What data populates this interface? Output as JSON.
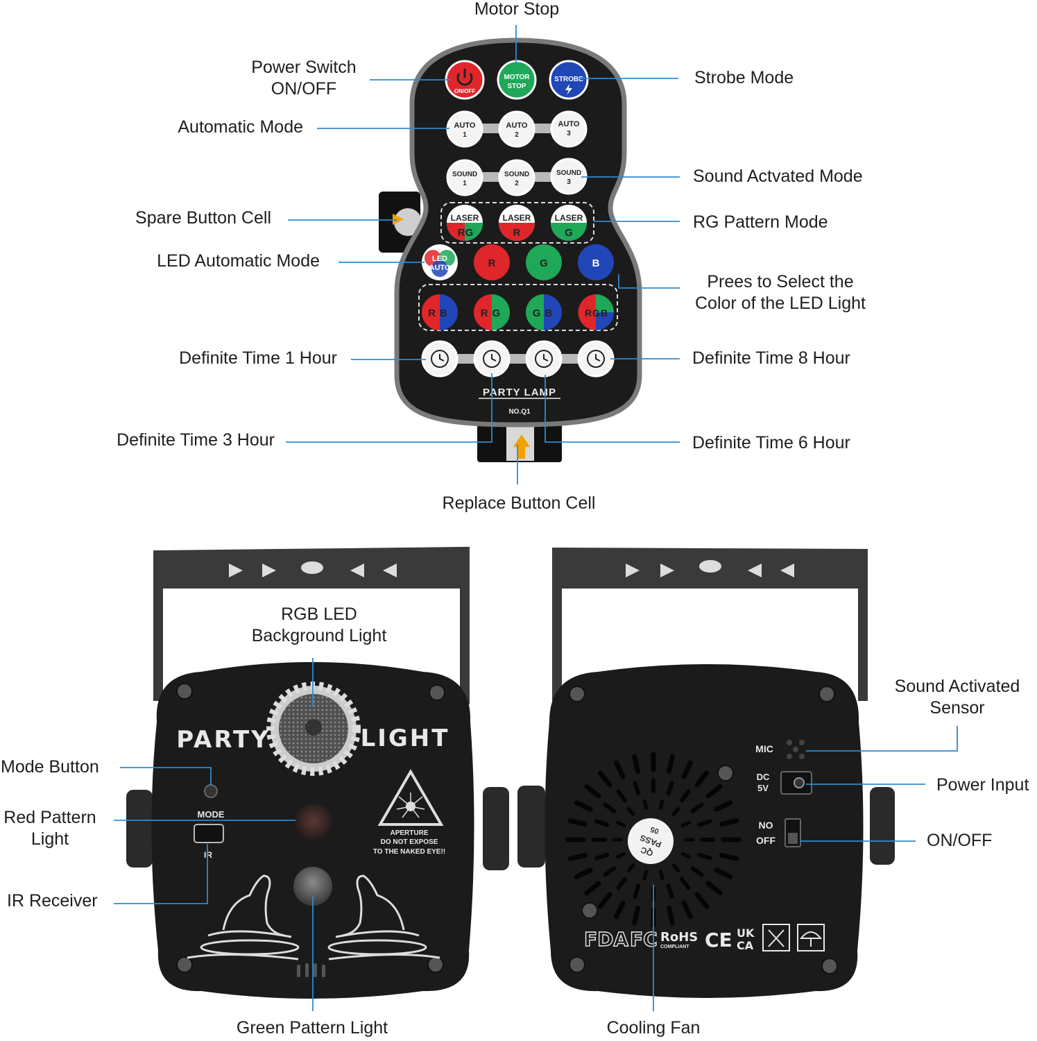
{
  "callouts": {
    "motor_stop": "Motor Stop",
    "power_switch": [
      "Power Switch",
      "ON/OFF"
    ],
    "strobe_mode": "Strobe Mode",
    "automatic_mode": "Automatic Mode",
    "sound_mode": "Sound Actvated Mode",
    "spare_cell": "Spare Button Cell",
    "rg_pattern": "RG Pattern Mode",
    "led_auto": "LED Automatic Mode",
    "select_color": [
      "Prees to Select the",
      "Color of the LED Light"
    ],
    "time1": "Definite Time 1 Hour",
    "time8": "Definite Time 8 Hour",
    "time3": "Definite Time 3 Hour",
    "time6": "Definite Time 6 Hour",
    "replace_cell": "Replace Button Cell",
    "rgb_led": [
      "RGB LED",
      "Background Light"
    ],
    "mode_button": "Mode Button",
    "red_pattern": [
      "Red Pattern",
      "Light"
    ],
    "ir_receiver": "IR Receiver",
    "green_pattern": "Green Pattern Light",
    "sound_sensor": [
      "Sound Activated",
      "Sensor"
    ],
    "power_input": "Power Input",
    "on_off": "ON/OFF",
    "cooling_fan": "Cooling Fan"
  },
  "remote": {
    "power": "ON/OFF",
    "motor": [
      "MOTOR",
      "STOP"
    ],
    "strobe": "STROBE",
    "auto": [
      [
        "AUTO",
        "1"
      ],
      [
        "AUTO",
        "2"
      ],
      [
        "AUTO",
        "3"
      ]
    ],
    "sound": [
      [
        "SOUND",
        "1"
      ],
      [
        "SOUND",
        "2"
      ],
      [
        "SOUND",
        "3"
      ]
    ],
    "laser": "LASER",
    "laser_sub": [
      "RG",
      "R",
      "G"
    ],
    "led": [
      "LED",
      "AUTO"
    ],
    "colors": [
      "R",
      "G",
      "B"
    ],
    "combos": [
      "RB",
      "RG",
      "GB",
      "RGB"
    ],
    "brand": "PARTY LAMP",
    "model": "NO.Q1"
  },
  "device_front": {
    "title_left": "PARTY",
    "title_right": "LIGHT",
    "mode_label": "MODE",
    "ir_label": "IR",
    "warning": [
      "APERTURE",
      "DO NOT EXPOSE",
      "TO THE NAKED EYE!!"
    ]
  },
  "device_back": {
    "mic": "MIC",
    "dc": [
      "DC",
      "5V"
    ],
    "switch": [
      "NO",
      "OFF"
    ],
    "qc": [
      "QC",
      "PASS",
      "05"
    ],
    "certs": [
      "FDA",
      "FC",
      "RoHS",
      "COMPLIANT",
      "CE",
      "UK",
      "CA"
    ]
  },
  "colors": {
    "leader": "#2e8bd2",
    "body": "#1b1b1b",
    "red": "#e0262b",
    "green": "#1ea858",
    "blue": "#2146b8"
  }
}
